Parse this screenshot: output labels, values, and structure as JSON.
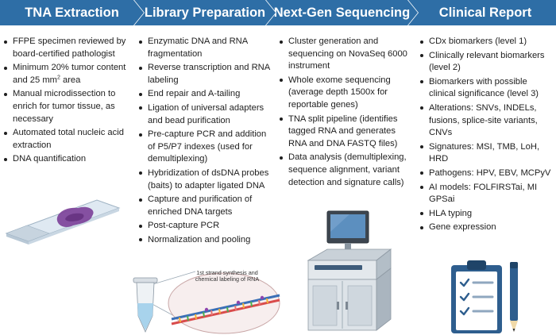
{
  "steps": [
    {
      "title": "TNA Extraction",
      "items": [
        "FFPE specimen reviewed by board-certified pathologist",
        "Minimum 20% tumor content and 25 mm² area",
        "Manual microdissection to enrich for tumor tissue, as necessary",
        "Automated total nucleic acid extraction",
        "DNA quantification"
      ]
    },
    {
      "title": "Library Preparation",
      "items": [
        "Enzymatic DNA and RNA fragmentation",
        "Reverse transcription and RNA labeling",
        "End repair and A-tailing",
        "Ligation of universal adapters and bead purification",
        "Pre-capture PCR and addition of P5/P7 indexes (used for demultiplexing)",
        "Hybridization of dsDNA probes (baits) to adapter ligated DNA",
        "Capture and purification of enriched DNA targets",
        "Post-capture PCR",
        "Normalization and pooling"
      ]
    },
    {
      "title": "Next-Gen Sequencing",
      "items": [
        "Cluster generation and sequencing on NovaSeq 6000 instrument",
        "Whole exome sequencing (average depth 1500x for reportable genes)",
        "TNA split pipeline (identifies tagged RNA and generates RNA and DNA FASTQ files)",
        "Data analysis (demultiplexing, sequence alignment, variant detection and signature calls)"
      ]
    },
    {
      "title": "Clinical Report",
      "items": [
        "CDx biomarkers (level 1)",
        "Clinically relevant biomarkers (level 2)",
        "Biomarkers with possible clinical significance (level 3)",
        "Alterations: SNVs, INDELs, fusions, splice-site variants, CNVs",
        "Signatures: MSI, TMB, LoH, HRD",
        "Pathogens: HPV, EBV, MCPyV",
        "AI models: FOLFIRSTai, MI GPSai",
        "HLA typing",
        "Gene expression"
      ]
    }
  ],
  "bubble_label": "1st strand synthesis and chemical labeling of RNA",
  "colors": {
    "banner": "#2e6ea6",
    "tissue": "#7b3f98",
    "clipboard": "#2e5e8e"
  },
  "icons": [
    "glass-slide-icon",
    "tube-icon",
    "sequencer-icon",
    "clipboard-icon",
    "pen-icon"
  ]
}
